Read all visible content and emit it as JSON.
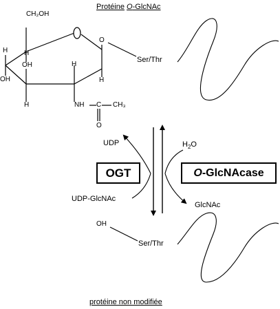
{
  "top_title": {
    "word1": "Protéine",
    "word2_italic": "O",
    "word2_rest": "-GlcNAc"
  },
  "sugar": {
    "ch2oh": "CH₂OH",
    "h": "H",
    "oh": "OH",
    "nh": "NH",
    "c": "C",
    "ch3": "CH₃",
    "o": "O"
  },
  "serthr_top": "Ser/Thr",
  "serthr_bottom": "Ser/Thr",
  "oh_bottom": "OH",
  "reaction": {
    "udp": "UDP",
    "udp_glcnac": "UDP-GlcNAc",
    "h2o_h": "H",
    "h2o_sub": "2",
    "h2o_o": "O",
    "glcnac": "GlcNAc",
    "ogt": "OGT",
    "oglcnacase_italic": "O",
    "oglcnacase_rest": "-GlcNAcase"
  },
  "bottom_title": "protéine non modifiée"
}
